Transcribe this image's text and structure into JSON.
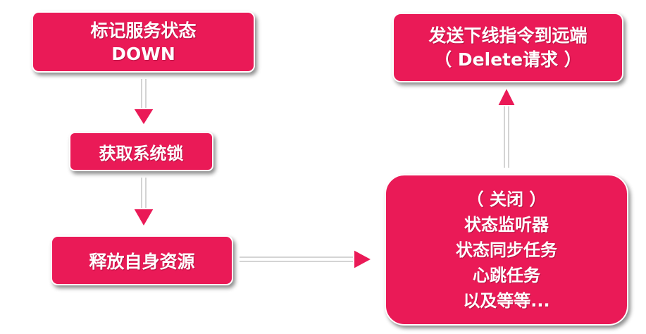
{
  "colors": {
    "box_fill": "#ea1a57",
    "box_text": "#ffffff",
    "connector_line": "#d4d4d4",
    "arrowhead": "#ea1a57"
  },
  "nodes": {
    "mark_down": {
      "line1": "标记服务状态",
      "line2": "DOWN"
    },
    "acquire_lock": {
      "label": "获取系统锁"
    },
    "release_resources": {
      "label": "释放自身资源"
    },
    "send_offline": {
      "line1": "发送下线指令到远端",
      "line2": "（ Delete请求 ）"
    },
    "close_list": {
      "line1": "（ 关闭 ）",
      "line2": "状态监听器",
      "line3": "状态同步任务",
      "line4": "心跳任务",
      "line5": "以及等等..."
    }
  }
}
